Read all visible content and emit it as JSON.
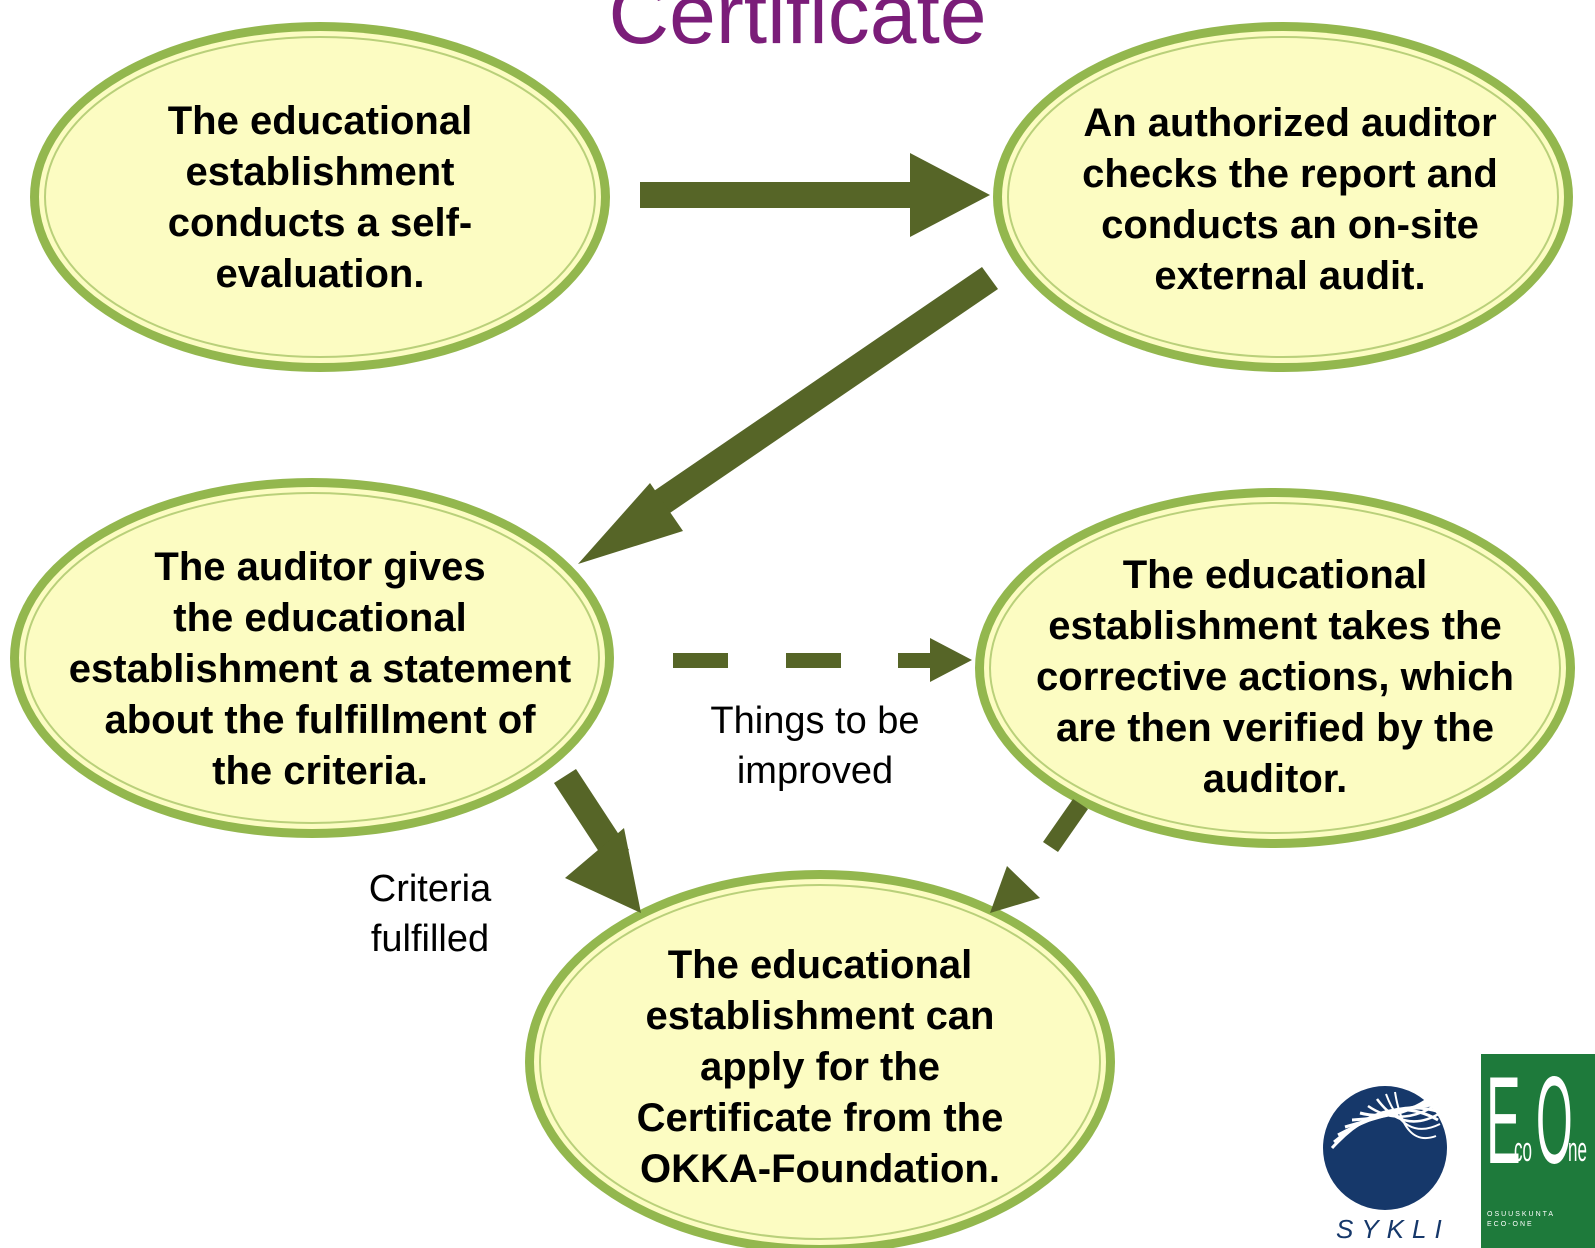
{
  "title": "Certificate",
  "nodes": {
    "self_evaluation": {
      "lines": [
        "The educational",
        "establishment",
        "conducts a self-",
        "evaluation."
      ]
    },
    "external_audit": {
      "lines": [
        "An authorized auditor",
        "checks the report and",
        "conducts an on-site",
        "external audit."
      ]
    },
    "statement": {
      "lines": [
        "The auditor gives",
        "the educational",
        "establishment a statement",
        "about the fulfillment of",
        "the criteria."
      ]
    },
    "corrective_actions": {
      "lines": [
        "The educational",
        "establishment takes the",
        "corrective actions, which",
        "are then verified by the",
        "auditor."
      ]
    },
    "apply_certificate": {
      "lines": [
        "The educational",
        "establishment can",
        "apply for the",
        "Certificate from the",
        "OKKA-Foundation."
      ]
    }
  },
  "edge_labels": {
    "things_to_improve": [
      "Things to be",
      "improved"
    ],
    "criteria_fulfilled": [
      "Criteria",
      "fulfilled"
    ]
  },
  "logos": {
    "sykli": {
      "name": "SYKLI"
    },
    "eco_one": {
      "letters_big": [
        "E",
        "O"
      ],
      "letters_small": [
        "co",
        "ne"
      ],
      "caption": [
        "OSUUSKUNTA",
        "ECO-ONE"
      ]
    }
  },
  "colors": {
    "title": "#7b1d79",
    "node_fill": "#fcfcc2",
    "node_border": "#93b74e",
    "arrow": "#566527",
    "sykli_blue": "#16386a",
    "eco_green": "#1e7a3b"
  }
}
